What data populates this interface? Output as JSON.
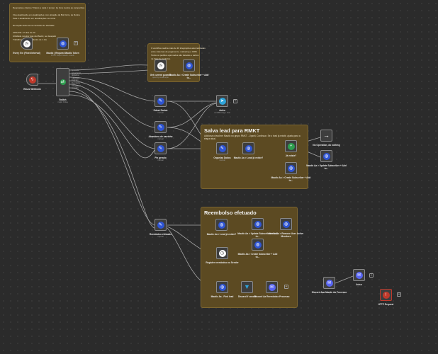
{
  "colors": {
    "canvas_bg": "#2b2b2b",
    "sticky_bg": "#5c4a22",
    "node_bg": "#3e3e3e",
    "node_border": "#8a8a8a",
    "wire": "#a8a8a8",
    "wire_error": "#e04646",
    "icon_blue": "#2f55d4",
    "icon_red": "#c0392b",
    "icon_teal": "#2fa4d9",
    "icon_green": "#2e9e4f"
  },
  "sticky_intro": {
    "lines": [
      "Respostas e Alarme Trialers a cada 1 tempo: 1a hora mostra as campanhas",
      "",
      "Fixa atualizando em atualizações com ativação da Bot Doris, de Rotina",
      "Para ir atualizando em atualizações na rotina",
      "",
      "Remoção deste tema conteúdo de atividade",
      "",
      "UPDATE: 17 dias de 20",
      "Atividade mostrar vias da Mautic, se desejado",
      "Trabalhar em pares, dentro de 1 dia"
    ],
    "nodes": [
      {
        "label": "Every 5 in (Fixed Interval)",
        "sub": "",
        "icon": "clock-icon"
      },
      {
        "label": "Mautic | Request Mautic Token",
        "sub": "POST: https://mautic.../oauth",
        "icon": "globe-icon"
      }
    ]
  },
  "sticky_manual": {
    "lines": [
      "O workflow realiza mais de 30 integrações automatizadas",
      "entre sistemas de pagamento, marketing e CRM.",
      "Todos os pedidos aprovados são tratados e salvos",
      "na base de contatos."
    ],
    "nodes": [
      {
        "label": "Get current pusedT",
        "sub": "quantity atualização",
        "icon": "clock-icon"
      },
      {
        "label": "Mautic Aa > Create Subscriber + Add to...",
        "sub": "",
        "icon": "globe-icon"
      }
    ]
  },
  "sticky_rmkt": {
    "title": "Salva lead para RMKT",
    "subtitle": "Adiciona o lead em Mautic no grupo RMKT - Upsell, Continuar. Se o lead já existir, ajusta para a etapa atual.",
    "nodes": [
      {
        "label": "Organiza Dados",
        "sub": "manual",
        "icon": "pencil-icon"
      },
      {
        "label": "Mautic Aa > Lead já existe?",
        "sub": "",
        "icon": "globe-icon"
      },
      {
        "label": "Já existe?",
        "sub": "",
        "icon": "branch-icon"
      },
      {
        "label": "Mautic Aa > Update Subscriber + Add to...",
        "sub": "",
        "icon": "globe-icon"
      },
      {
        "label": "Mautic Aa > Create Subscriber + Add to...",
        "sub": "",
        "icon": "globe-icon"
      },
      {
        "label": "No Operation, do nothing",
        "sub": "",
        "icon": "arrow-right-icon"
      }
    ]
  },
  "sticky_refund": {
    "title": "Reembolso efetuado",
    "nodes": [
      {
        "label": "Mautic Aa > Lead já existe?",
        "sub": "",
        "icon": "globe-icon"
      },
      {
        "label": "Mautic Aa > Update Subscriber + Add to...",
        "sub": "",
        "icon": "globe-icon"
      },
      {
        "label": "Mautic Aa > Remove User Active Members",
        "sub": "",
        "icon": "globe-icon"
      },
      {
        "label": "Mautic Aa > Create Subscriber + Add to...",
        "sub": "",
        "icon": "globe-icon"
      },
      {
        "label": "Register reembolso no Sender",
        "sub": "",
        "icon": "clock-icon"
      },
      {
        "label": "Mautic Aa - Find lead",
        "sub": "",
        "icon": "globe-icon"
      },
      {
        "label": "Discard If cancel",
        "sub": "",
        "icon": "filter-icon"
      },
      {
        "label": "Discord Aa Reembolso Processo",
        "sub": "",
        "icon": "discord-icon"
      }
    ]
  },
  "canvas_nodes": {
    "webhook": {
      "label": "Eduzz Webhook",
      "sub": "",
      "icon": "webhook-icon"
    },
    "switch": {
      "label": "Switch",
      "sub": "mode: Rules",
      "icon": "switch-icon",
      "outputs": [
        "Aprovado",
        "Aguardando",
        "Abandono",
        "Cancelado",
        "Expirado",
        "Reembolso",
        "Chargeback",
        "Atrasado"
      ]
    },
    "eduzz_dados": {
      "label": "Eduzz Dados",
      "sub": "manual",
      "icon": "pencil-icon"
    },
    "abandono": {
      "label": "Abandono de carrinho",
      "sub": "manual",
      "icon": "pencil-icon"
    },
    "pix_gerado": {
      "label": "Pix gerado",
      "sub": "manual",
      "icon": "pencil-icon"
    },
    "reembolso_efetuado": {
      "label": "Reembolso efetuado",
      "sub": "manual",
      "icon": "pencil-icon"
    },
    "aviso": {
      "label": "Aviso",
      "sub": "sendMessage: chat",
      "icon": "telegram-icon"
    },
    "discord_reembolso": {
      "label": "Discord Aaa Mautic Aa Processo",
      "sub": "",
      "icon": "discord-icon"
    },
    "discord_erro": {
      "label": "Aviso",
      "sub": "",
      "icon": "discord-icon"
    },
    "http_request": {
      "label": "HTTP Request",
      "sub": "",
      "icon": "warning-icon"
    }
  }
}
